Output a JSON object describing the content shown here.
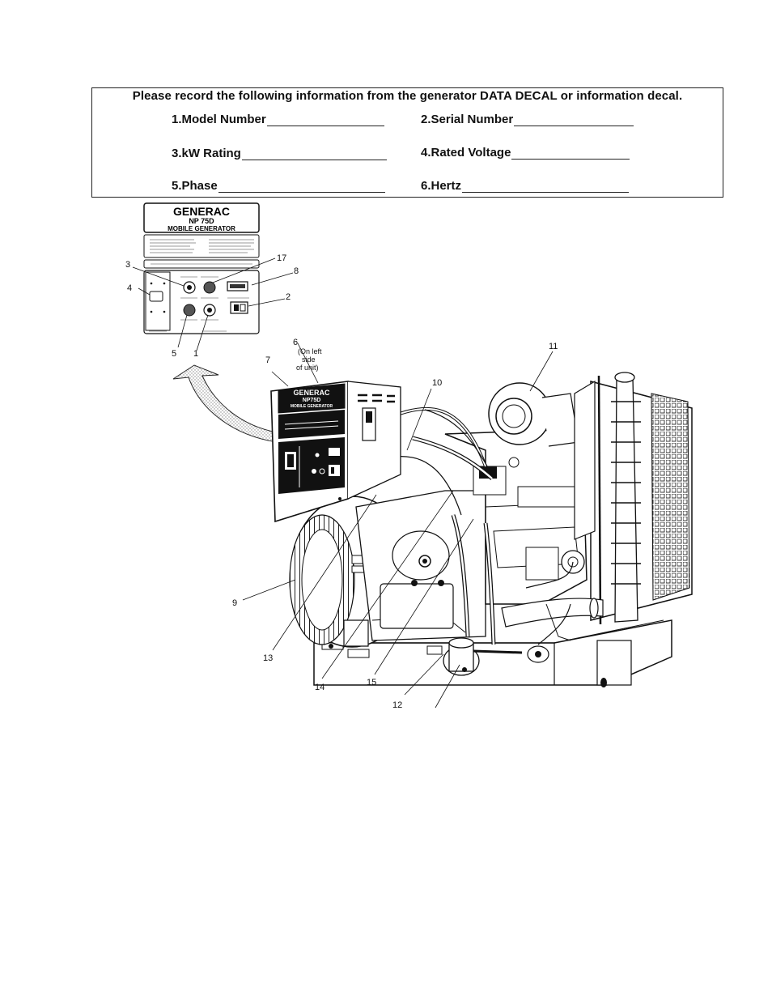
{
  "record_box": {
    "heading": "Please record the following information from the generator DATA DECAL or information decal.",
    "fields": [
      {
        "label": "1.Model Number"
      },
      {
        "label": "2.Serial Number"
      },
      {
        "label": "3.kW Rating"
      },
      {
        "label": "4.Rated Voltage"
      },
      {
        "label": "5.Phase"
      },
      {
        "label": "6.Hertz"
      }
    ]
  },
  "decal": {
    "brand": "GENERAC",
    "model": "NP 75D",
    "subtitle": "MOBILE GENERATOR",
    "panel_brand": "GENERAC",
    "panel_model": "NP75D",
    "panel_subtitle": "MOBILE GENERATOR"
  },
  "callouts": {
    "c1": "1",
    "c2": "2",
    "c3": "3",
    "c4": "4",
    "c5": "5",
    "c6": "6",
    "c6_note_1": "(On left",
    "c6_note_2": "side",
    "c6_note_3": "of unit)",
    "c7": "7",
    "c8": "8",
    "c9": "9",
    "c10": "10",
    "c11": "11",
    "c12": "12",
    "c13": "13",
    "c14": "14",
    "c15": "15",
    "c17": "17"
  }
}
